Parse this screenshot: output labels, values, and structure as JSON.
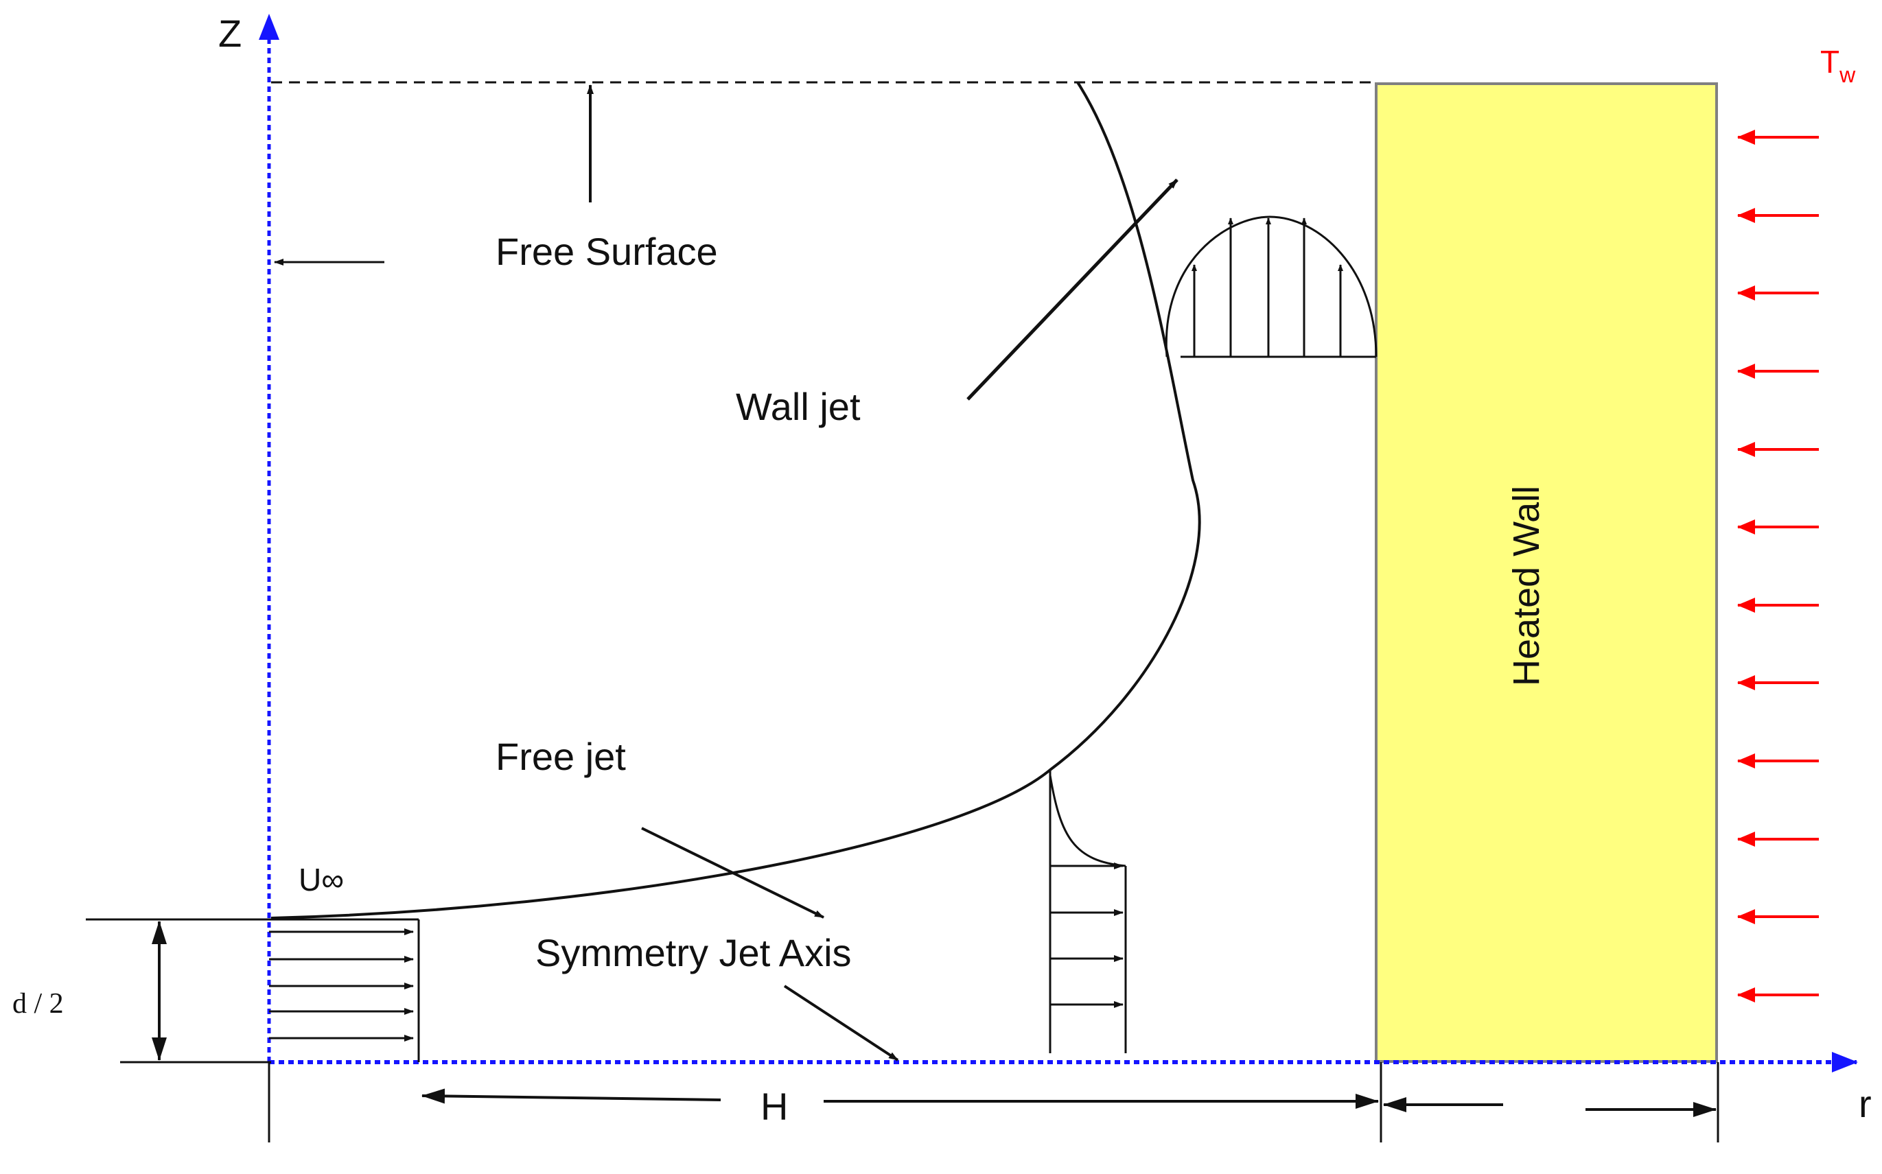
{
  "labels": {
    "z_axis": "Z",
    "r_axis": "r",
    "free_surface": "Free Surface",
    "wall_jet": "Wall jet",
    "free_jet": "Free jet",
    "u_inf": "U∞",
    "d_half": "d / 2",
    "symmetry_axis": "Symmetry Jet Axis",
    "h_dim": "H",
    "heated_wall": "Heated Wall",
    "t_w": "T",
    "t_w_sub": "w"
  },
  "colors": {
    "wall_fill": "#ffff80",
    "wall_stroke": "#808080",
    "axis_blue": "#1515ff",
    "heat_red": "#ff0000",
    "line": "#111111"
  }
}
